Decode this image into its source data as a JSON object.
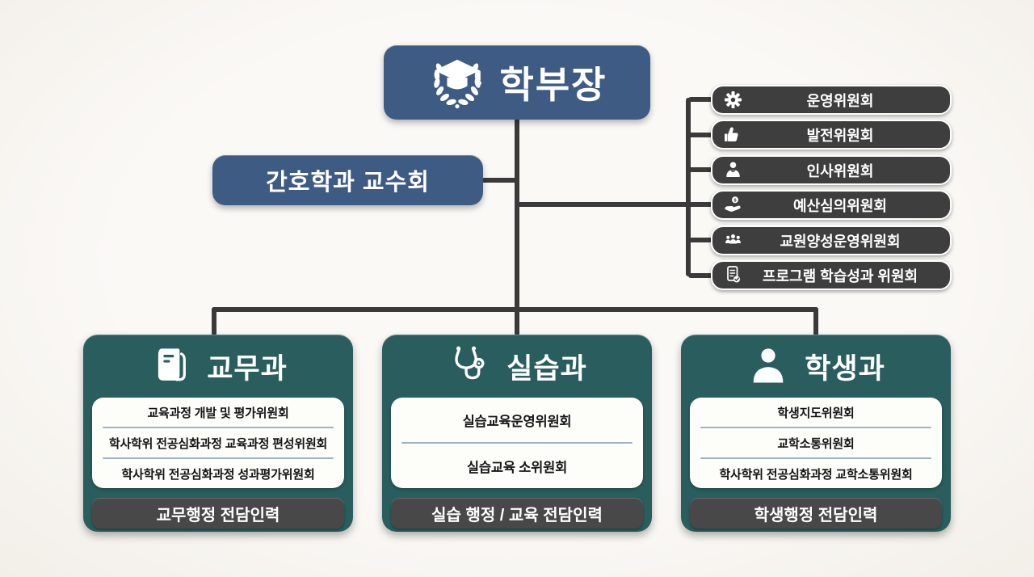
{
  "colors": {
    "navy": "#3e5b83",
    "teal": "#2a5e5e",
    "committee_gray": "#3e3e3e",
    "staff_gray": "#484848",
    "connector_line": "#3a3a3a",
    "background": "#faf8f5",
    "panel_divider": "#9fb3c2"
  },
  "dean": {
    "label": "학부장",
    "icon": "laurel-cap-icon"
  },
  "faculty_council": {
    "label": "간호학과 교수회"
  },
  "committees": [
    {
      "label": "운영위원회",
      "icon": "gear-icon"
    },
    {
      "label": "발전위원회",
      "icon": "thumbs-up-icon"
    },
    {
      "label": "인사위원회",
      "icon": "person-tie-icon"
    },
    {
      "label": "예산심의위원회",
      "icon": "hand-coin-icon"
    },
    {
      "label": "교원양성운영위원회",
      "icon": "people-group-icon"
    },
    {
      "label": "프로그램 학습성과 위원회",
      "icon": "document-check-icon"
    }
  ],
  "departments": [
    {
      "title": "교무과",
      "icon": "book-icon",
      "committees": [
        "교육과정 개발 및 평가위원회",
        "학사학위 전공심화과정 교육과정 편성위원회",
        "학사학위 전공심화과정 성과평가위원회"
      ],
      "staff": "교무행정 전담인력"
    },
    {
      "title": "실습과",
      "icon": "stethoscope-icon",
      "committees": [
        "실습교육운영위원회",
        "실습교육 소위원회"
      ],
      "staff": "실습 행정 / 교육 전담인력"
    },
    {
      "title": "학생과",
      "icon": "person-icon",
      "committees": [
        "학생지도위원회",
        "교학소통위원회",
        "학사학위 전공심화과정 교학소통위원회"
      ],
      "staff": "학생행정 전담인력"
    }
  ]
}
